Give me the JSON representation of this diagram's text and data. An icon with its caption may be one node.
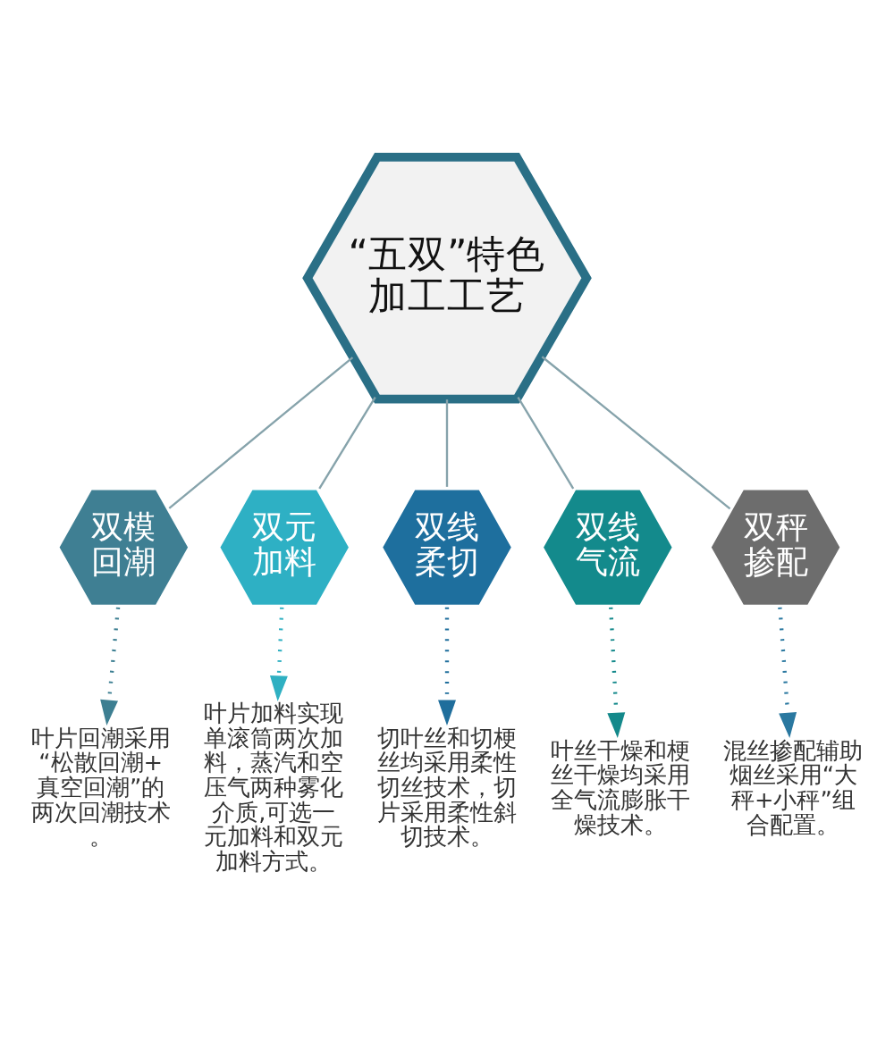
{
  "diagram": {
    "nodes": [
      {
        "text": [
          "“五双”特色加工工艺"
        ]
      },
      {
        "text": [
          "双模回潮"
        ]
      },
      {
        "text": [
          "双元加料"
        ]
      },
      {
        "text": [
          "双线柔切"
        ]
      },
      {
        "text": [
          "双线气流"
        ]
      },
      {
        "text": [
          "双秤掺配"
        ]
      },
      {
        "text": [
          "叶片回潮采用“松散回潮+真空回潮”的两次回潮技术。"
        ]
      },
      {
        "text": [
          "叶片加料实现单滚筒两次加料，蒸汽和空压气两种雾化介质,可选一元加料和双元加料方式。"
        ]
      },
      {
        "text": [
          "切叶丝和切梗丝均采用柔性切丝技术，切片采用柔性斜切技术。"
        ]
      },
      {
        "text": [
          "叶丝干燥和梗丝干燥均采用全气流膨胀干燥技术。"
        ]
      },
      {
        "text": [
          "混丝掺配辅助烟丝采用“大秤+小秤”组合配置。"
        ]
      }
    ],
    "edges": [
      {
        "from": 0,
        "to": 1,
        "arrow": "none"
      },
      {
        "from": 0,
        "to": 2,
        "arrow": "none"
      },
      {
        "from": 0,
        "to": 3,
        "arrow": "none"
      },
      {
        "from": 0,
        "to": 4,
        "arrow": "none"
      },
      {
        "from": 0,
        "to": 5,
        "arrow": "none"
      },
      {
        "from": 1,
        "to": 6,
        "arrow": "to",
        "style": "dashed",
        "color": "#3d7f92"
      },
      {
        "from": 2,
        "to": 7,
        "arrow": "to",
        "style": "dashed",
        "color": "#2fb0c2"
      },
      {
        "from": 3,
        "to": 8,
        "arrow": "to",
        "style": "dashed",
        "color": "#1f6e9c"
      },
      {
        "from": 4,
        "to": 9,
        "arrow": "to",
        "style": "dashed",
        "color": "#14898b"
      },
      {
        "from": 5,
        "to": 10,
        "arrow": "to",
        "style": "dashed",
        "color": "#2a78a0"
      }
    ]
  }
}
